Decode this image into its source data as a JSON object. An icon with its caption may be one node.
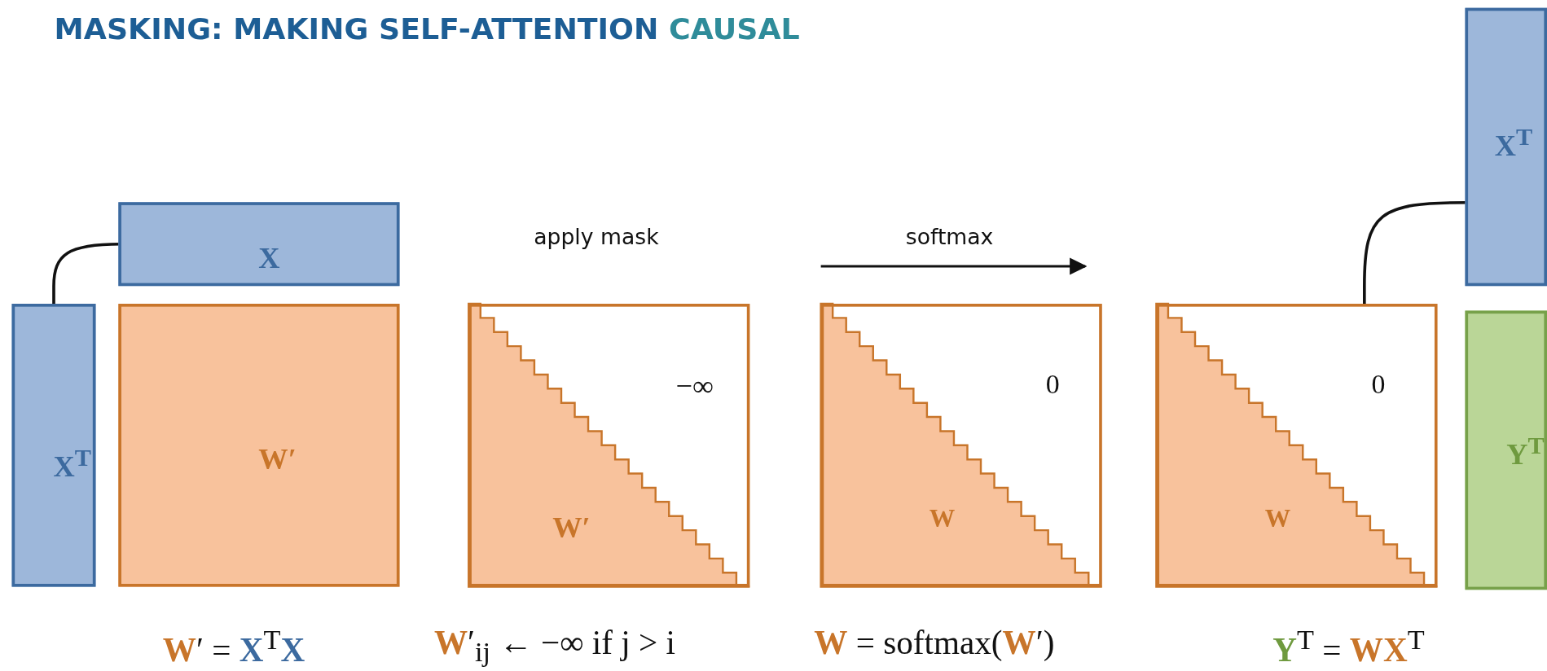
{
  "diagram": {
    "title": "MASKING: MAKING SELF-ATTENTION CAUSAL",
    "nodes": [
      {
        "text": [
          "X"
        ]
      },
      {
        "text": [
          "X$^{T}$"
        ]
      },
      {
        "text": [
          "W′"
        ]
      },
      {
        "text": [
          "−∞",
          "W′"
        ]
      },
      {
        "text": [
          "0",
          "W"
        ]
      },
      {
        "text": [
          "0",
          "W"
        ]
      },
      {
        "text": [
          "X$^{T}$"
        ]
      },
      {
        "text": [
          "Y$^{T}$"
        ]
      }
    ],
    "edges": [
      {
        "from": 1,
        "to": 0,
        "arrow": "none"
      },
      {
        "from": 5,
        "to": 6,
        "arrow": "none"
      }
    ],
    "labels": [
      "apply mask",
      "softmax",
      "**W**′ = **X**$^{T}$**X**",
      "**W**′$_{ij}$ ← −∞  if j > i",
      "**W** = softmax(**W**′)",
      "**Y**$^{T}$ = **WX**$^{T}$"
    ]
  }
}
